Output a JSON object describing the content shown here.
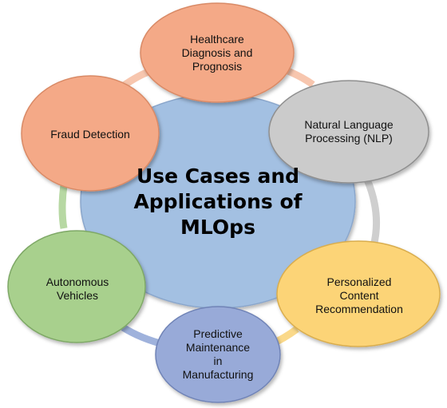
{
  "center": {
    "title": "Use Cases and\nApplications of\nMLOps",
    "fill": "#a3c0e2"
  },
  "nodes": [
    {
      "id": "healthcare",
      "label": "Healthcare\nDiagnosis and\nPrognosis",
      "fill": "#f4a987"
    },
    {
      "id": "nlp",
      "label": "Natural Language\nProcessing (NLP)",
      "fill": "#cbcbcb"
    },
    {
      "id": "content",
      "label": "Personalized\nContent\nRecommendation",
      "fill": "#fcd477"
    },
    {
      "id": "maintenance",
      "label": "Predictive\nMaintenance\nin\nManufacturing",
      "fill": "#98aad8"
    },
    {
      "id": "autonomous",
      "label": "Autonomous\nVehicles",
      "fill": "#a8d08d"
    },
    {
      "id": "fraud",
      "label": "Fraud Detection",
      "fill": "#f4a987"
    }
  ],
  "ring_colors": {
    "healthcare_to_nlp": "#f7c6ae",
    "nlp_to_content": "#cfcfcf",
    "content_to_maintenance": "#fad98a",
    "maintenance_to_autonomous": "#9fb2dc",
    "autonomous_to_fraud": "#b7d8a3",
    "fraud_to_healthcare": "#f7c6ae"
  }
}
